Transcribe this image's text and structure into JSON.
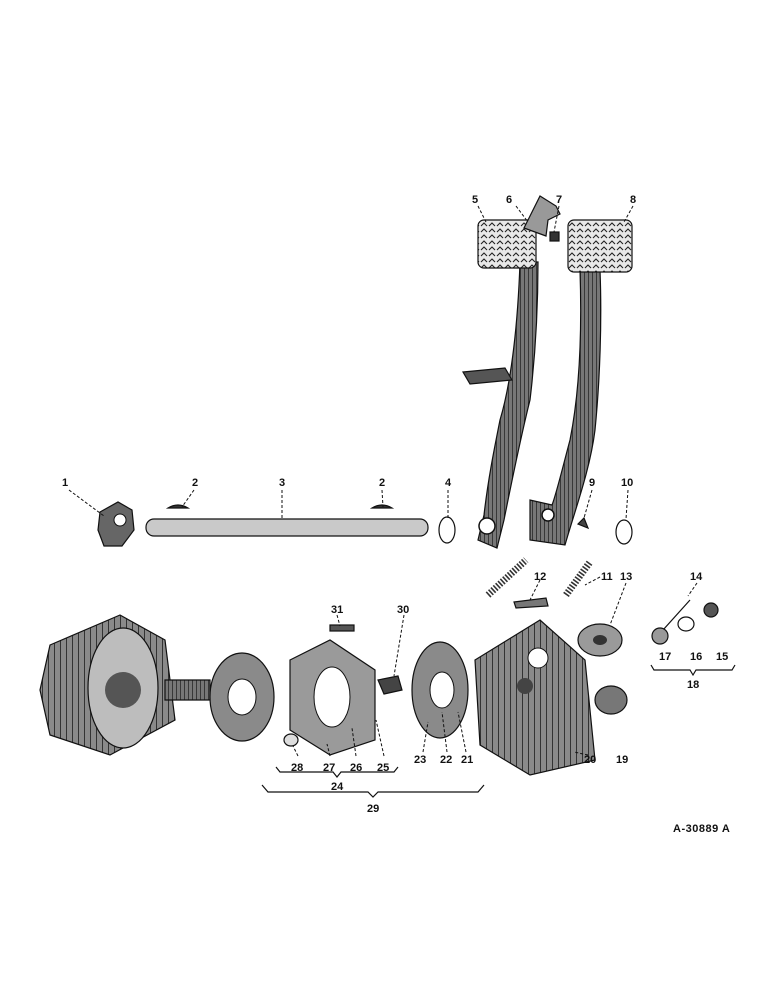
{
  "diagram": {
    "reference": "A-30889 A",
    "callouts": {
      "n1": "1",
      "n2a": "2",
      "n3": "3",
      "n2b": "2",
      "n4": "4",
      "n5": "5",
      "n6": "6",
      "n7": "7",
      "n8": "8",
      "n9": "9",
      "n10": "10",
      "n11": "11",
      "n12": "12",
      "n13": "13",
      "n14": "14",
      "n15": "15",
      "n16": "16",
      "n17": "17",
      "n18": "18",
      "n19": "19",
      "n20": "20",
      "n21": "21",
      "n22": "22",
      "n23": "23",
      "n24": "24",
      "n25": "25",
      "n26": "26",
      "n27": "27",
      "n28": "28",
      "n29": "29",
      "n30": "30",
      "n31": "31"
    }
  }
}
